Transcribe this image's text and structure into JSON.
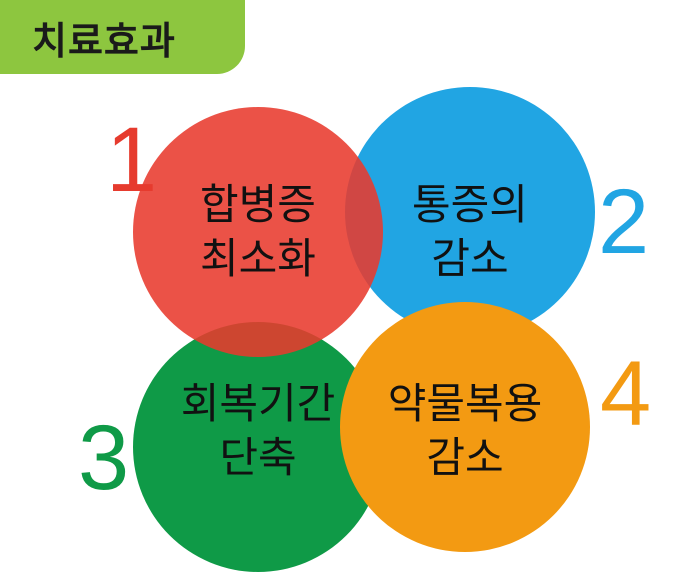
{
  "title": "치료효과",
  "items": [
    {
      "number": "1",
      "line1": "합병증",
      "line2": "최소화",
      "color": "#e63b2e"
    },
    {
      "number": "2",
      "line1": "통증의",
      "line2": "감소",
      "color": "#21a5e3"
    },
    {
      "number": "3",
      "line1": "회복기간",
      "line2": "단축",
      "color": "#0f9a47"
    },
    {
      "number": "4",
      "line1": "약물복용",
      "line2": "감소",
      "color": "#f39a12"
    }
  ]
}
